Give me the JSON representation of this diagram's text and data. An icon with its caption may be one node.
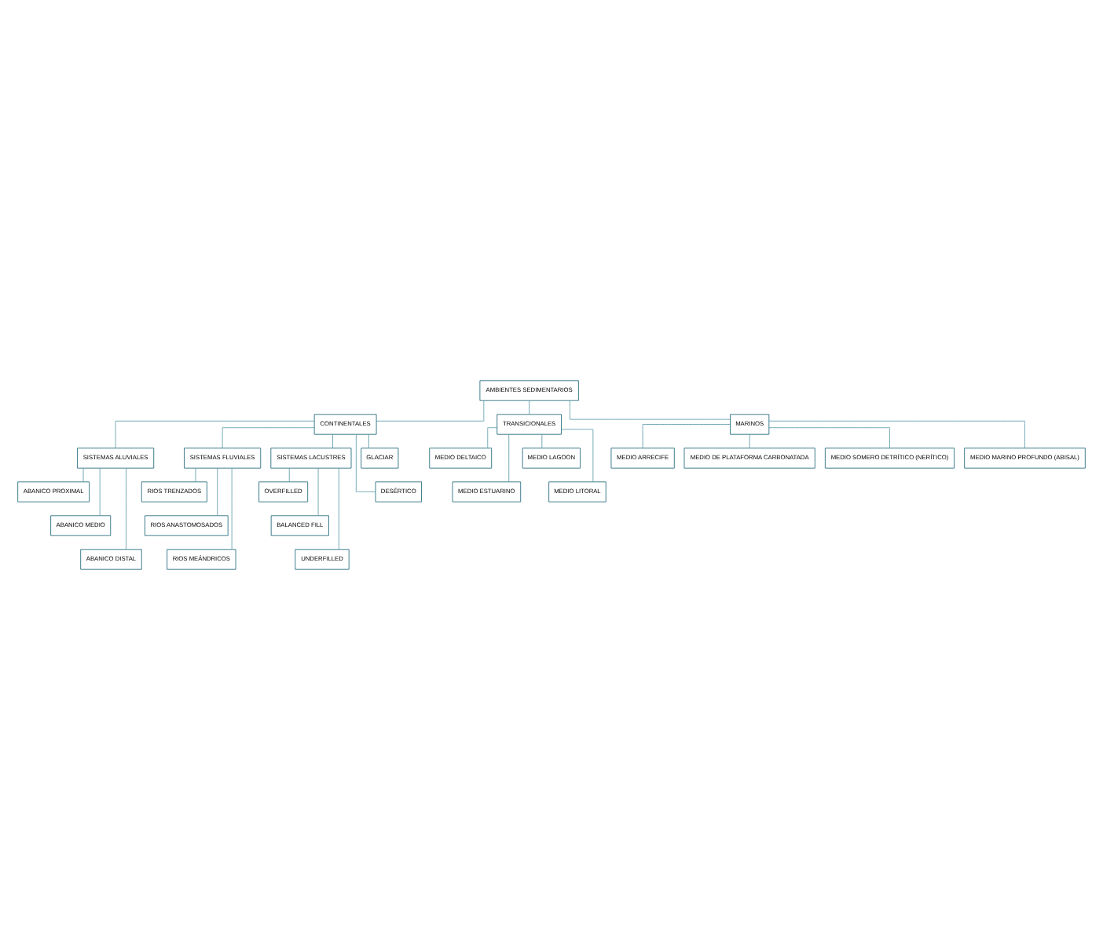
{
  "diagram": {
    "nodes": [
      {
        "text": [
          "AMBIENTES SEDIMENTARIOS"
        ]
      },
      {
        "text": [
          "CONTINENTALES"
        ]
      },
      {
        "text": [
          "TRANSICIONALES"
        ]
      },
      {
        "text": [
          "MARINOS"
        ]
      },
      {
        "text": [
          "SISTEMAS ALUVIALES"
        ]
      },
      {
        "text": [
          "SISTEMAS FLUVIALES"
        ]
      },
      {
        "text": [
          "SISTEMAS LACUSTRES"
        ]
      },
      {
        "text": [
          "ABANICO PROXIMAL"
        ]
      },
      {
        "text": [
          "ABANICO MEDIO"
        ]
      },
      {
        "text": [
          "ABANICO DISTAL"
        ]
      },
      {
        "text": [
          "RIOS TRENZADOS"
        ]
      },
      {
        "text": [
          "RIOS ANASTOMOSADOS"
        ]
      },
      {
        "text": [
          "RIOS MEÁNDRICOS"
        ]
      },
      {
        "text": [
          "OVERFILLED"
        ]
      },
      {
        "text": [
          "BALANCED FILL"
        ]
      },
      {
        "text": [
          "UNDERFILLED"
        ]
      },
      {
        "text": [
          "MEDIO ARRECIFE"
        ]
      },
      {
        "text": [
          "MEDIO DE PLATAFORMA CARBONATADA"
        ]
      },
      {
        "text": [
          "MEDIO SOMERO DETRÍTICO (NERÍTICO)"
        ]
      },
      {
        "text": [
          "MEDIO MARINO PROFUNDO (ABISAL)"
        ]
      },
      {
        "text": [
          "GLACIAR"
        ]
      },
      {
        "text": [
          "DESÉRTICO"
        ]
      },
      {
        "text": [
          "MEDIO DELTAICO"
        ]
      },
      {
        "text": [
          "MEDIO LAGOON"
        ]
      },
      {
        "text": [
          "MEDIO ESTUARINO"
        ]
      },
      {
        "text": [
          "MEDIO LITORAL"
        ]
      }
    ],
    "edges": [
      {
        "from": 0,
        "to": 1,
        "arrow": "none"
      },
      {
        "from": 0,
        "to": 2,
        "arrow": "none"
      },
      {
        "from": 0,
        "to": 3,
        "arrow": "none"
      },
      {
        "from": 1,
        "to": 4,
        "arrow": "none"
      },
      {
        "from": 1,
        "to": 5,
        "arrow": "none"
      },
      {
        "from": 1,
        "to": 6,
        "arrow": "none"
      },
      {
        "from": 1,
        "to": 20,
        "arrow": "none"
      },
      {
        "from": 1,
        "to": 21,
        "arrow": "none"
      },
      {
        "from": 4,
        "to": 7,
        "arrow": "none"
      },
      {
        "from": 4,
        "to": 8,
        "arrow": "none"
      },
      {
        "from": 4,
        "to": 9,
        "arrow": "none"
      },
      {
        "from": 5,
        "to": 10,
        "arrow": "none"
      },
      {
        "from": 5,
        "to": 11,
        "arrow": "none"
      },
      {
        "from": 5,
        "to": 12,
        "arrow": "none"
      },
      {
        "from": 6,
        "to": 13,
        "arrow": "none"
      },
      {
        "from": 6,
        "to": 14,
        "arrow": "none"
      },
      {
        "from": 6,
        "to": 15,
        "arrow": "none"
      },
      {
        "from": 3,
        "to": 16,
        "arrow": "none"
      },
      {
        "from": 3,
        "to": 17,
        "arrow": "none"
      },
      {
        "from": 3,
        "to": 18,
        "arrow": "none"
      },
      {
        "from": 3,
        "to": 19,
        "arrow": "none"
      },
      {
        "from": 2,
        "to": 22,
        "arrow": "none"
      },
      {
        "from": 2,
        "to": 23,
        "arrow": "none"
      },
      {
        "from": 2,
        "to": 24,
        "arrow": "none"
      },
      {
        "from": 2,
        "to": 25,
        "arrow": "none"
      }
    ]
  }
}
